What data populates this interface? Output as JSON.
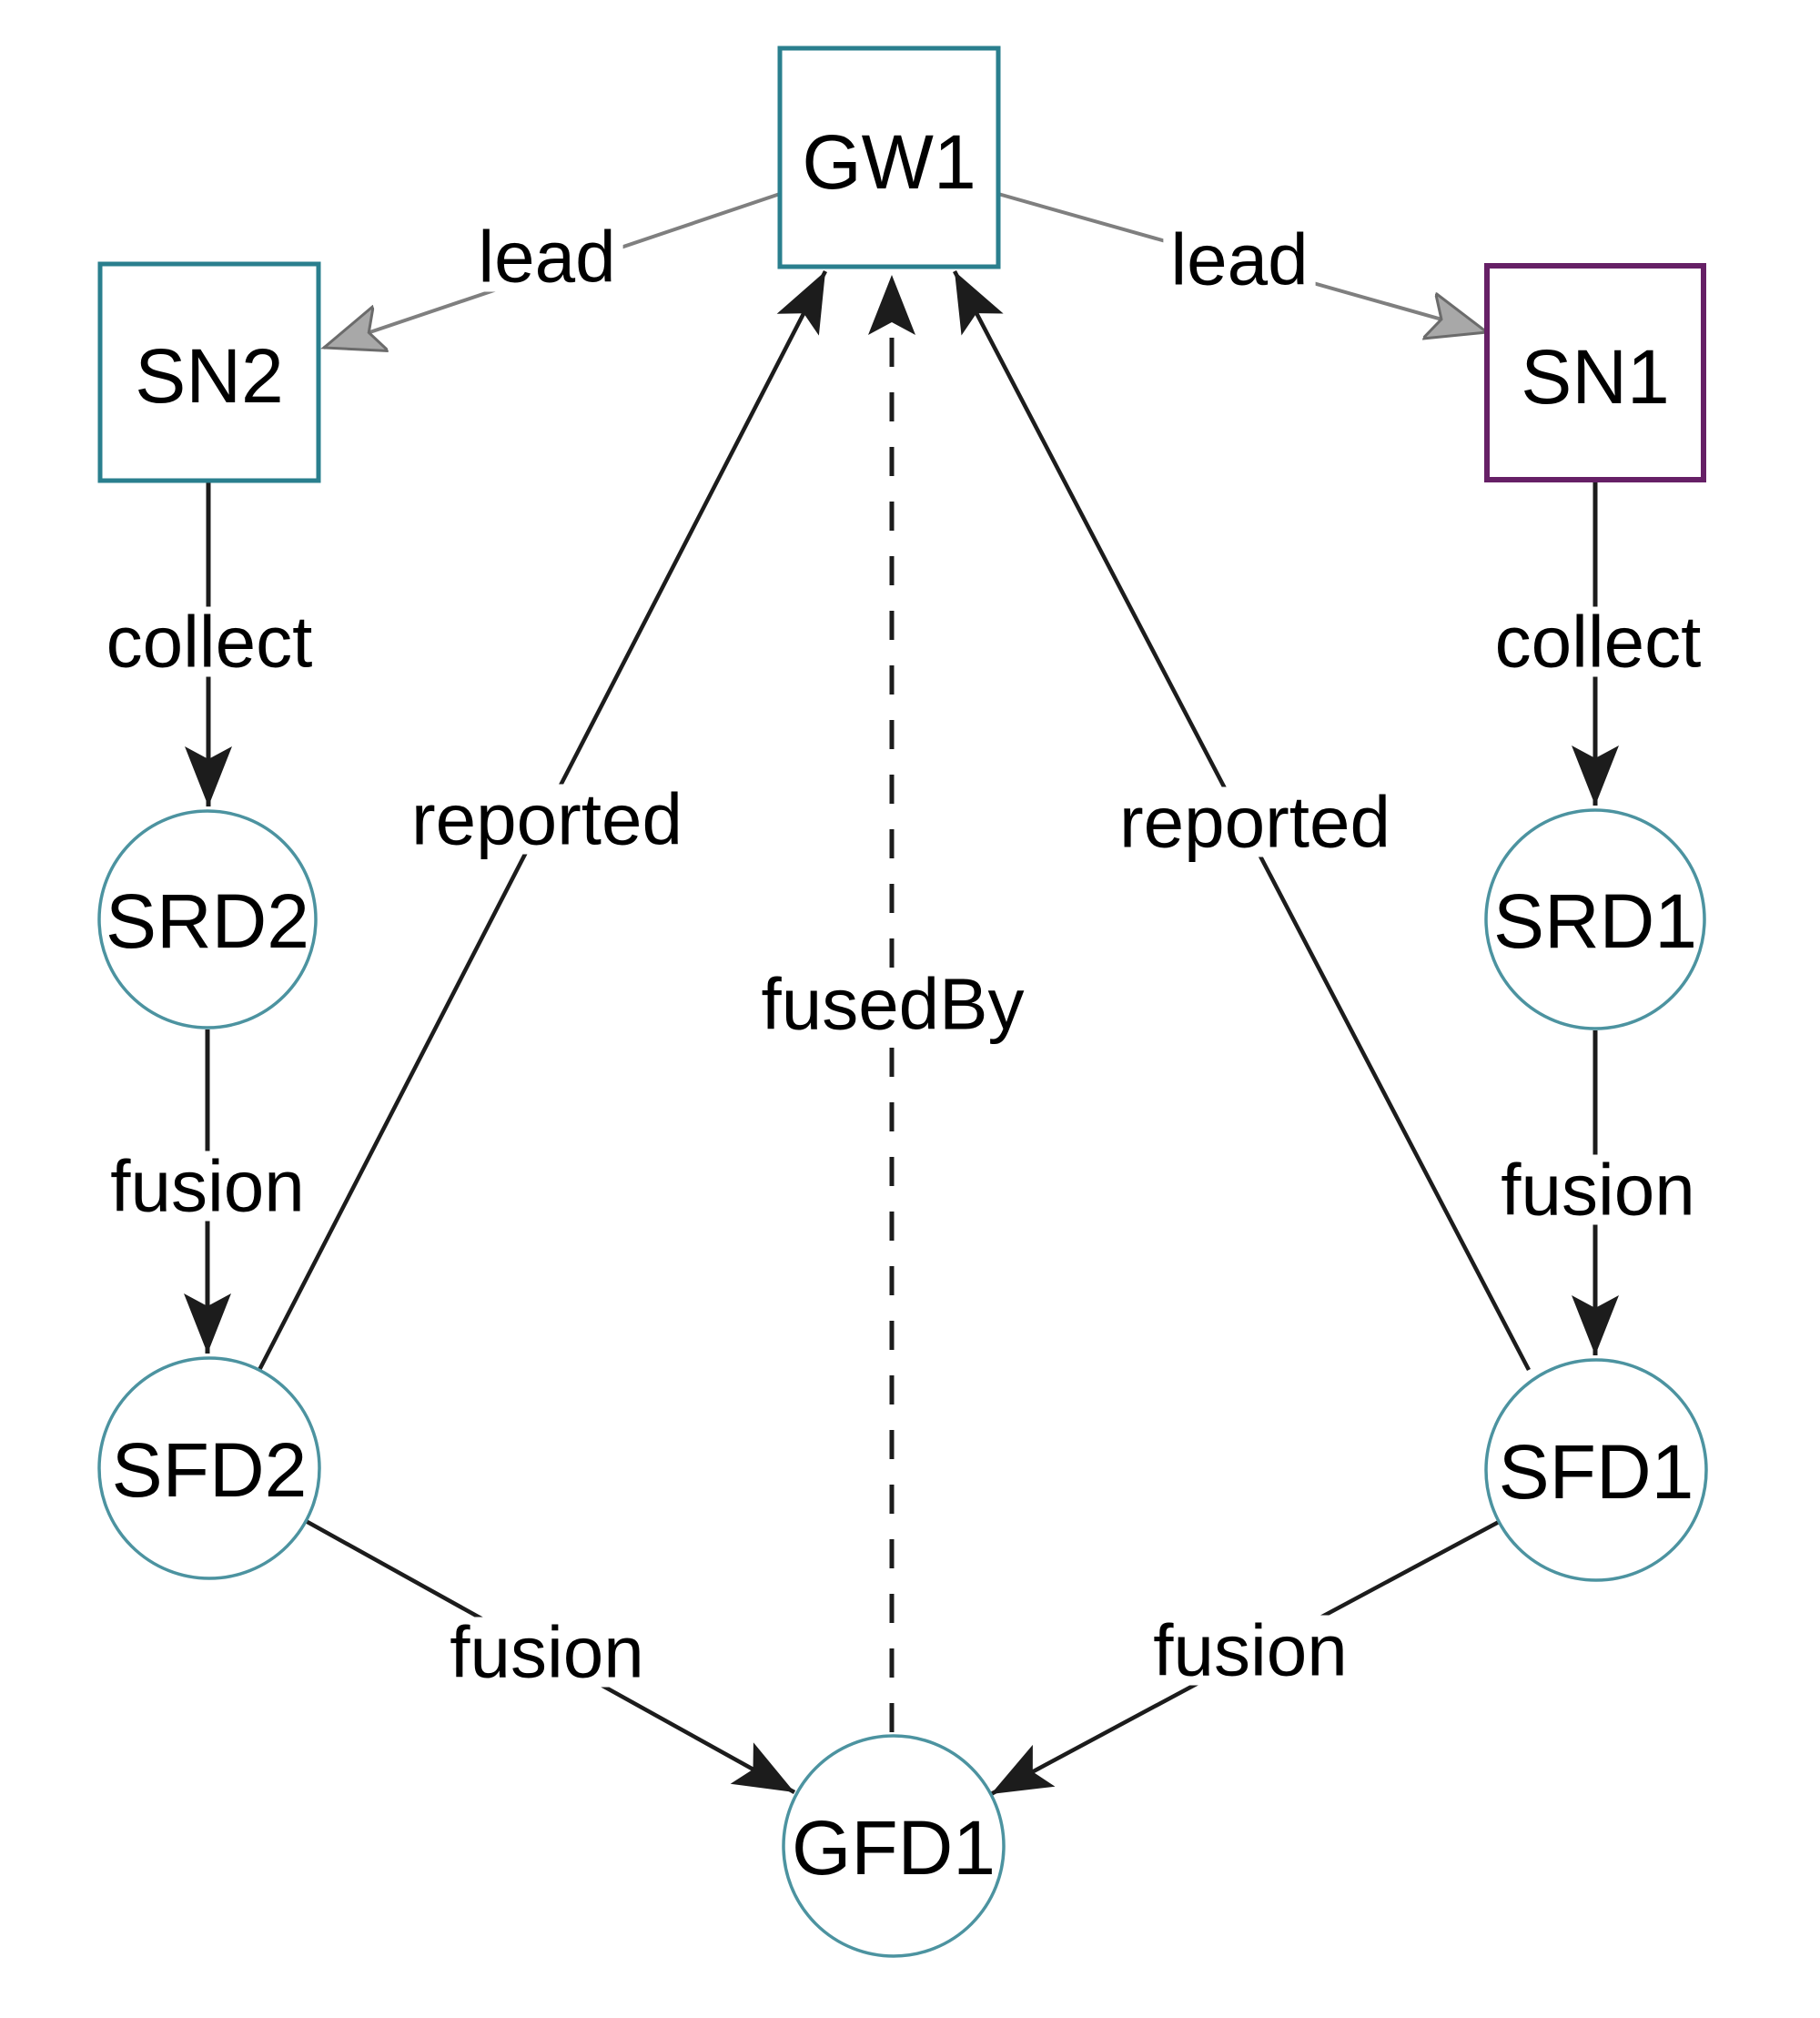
{
  "diagram": {
    "colors": {
      "background": "#ffffff",
      "node_square_teal": "#2a7f8e",
      "node_square_purple": "#662066",
      "node_circle_teal": "#4c93a0",
      "edge_black": "#1c1c1c",
      "edge_gray": "#7f7f7f",
      "arrow_gray_fill": "#a8a8a8",
      "arrow_gray_stroke": "#6b6b6b",
      "text": "#000000"
    },
    "nodes": {
      "gw1": {
        "label": "GW1",
        "shape": "square"
      },
      "sn2": {
        "label": "SN2",
        "shape": "square"
      },
      "sn1": {
        "label": "SN1",
        "shape": "square"
      },
      "srd2": {
        "label": "SRD2",
        "shape": "circle"
      },
      "srd1": {
        "label": "SRD1",
        "shape": "circle"
      },
      "sfd2": {
        "label": "SFD2",
        "shape": "circle"
      },
      "sfd1": {
        "label": "SFD1",
        "shape": "circle"
      },
      "gfd1": {
        "label": "GFD1",
        "shape": "circle"
      }
    },
    "edges": {
      "lead_left": {
        "label": "lead",
        "from": "GW1",
        "to": "SN2",
        "style": "solid-gray"
      },
      "lead_right": {
        "label": "lead",
        "from": "GW1",
        "to": "SN1",
        "style": "solid-gray"
      },
      "collect_left": {
        "label": "collect",
        "from": "SN2",
        "to": "SRD2",
        "style": "solid"
      },
      "collect_right": {
        "label": "collect",
        "from": "SN1",
        "to": "SRD1",
        "style": "solid"
      },
      "fusion_left": {
        "label": "fusion",
        "from": "SRD2",
        "to": "SFD2",
        "style": "solid"
      },
      "fusion_right": {
        "label": "fusion",
        "from": "SRD1",
        "to": "SFD1",
        "style": "solid"
      },
      "fusion_bottom_left": {
        "label": "fusion",
        "from": "SFD2",
        "to": "GFD1",
        "style": "solid"
      },
      "fusion_bottom_right": {
        "label": "fusion",
        "from": "SFD1",
        "to": "GFD1",
        "style": "solid"
      },
      "reported_left": {
        "label": "reported",
        "from": "SFD2",
        "to": "GW1",
        "style": "solid"
      },
      "reported_right": {
        "label": "reported",
        "from": "SFD1",
        "to": "GW1",
        "style": "solid"
      },
      "fused_by": {
        "label": "fusedBy",
        "from": "GFD1",
        "to": "GW1",
        "style": "dashed"
      }
    }
  }
}
